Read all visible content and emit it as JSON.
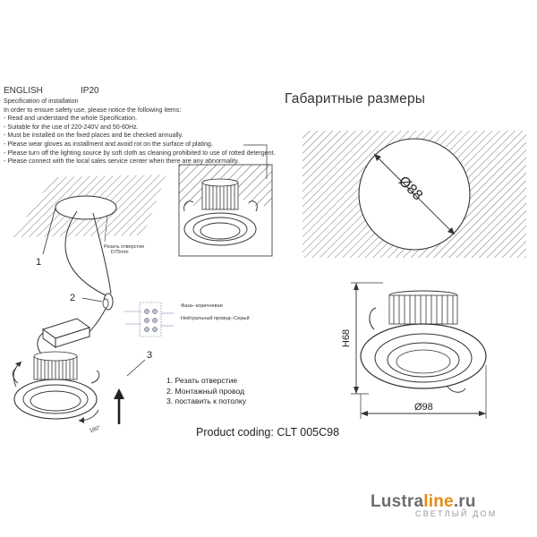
{
  "header": {
    "language": "ENGLISH",
    "ip_rating": "IP20"
  },
  "specification": {
    "title": "Specification of installation",
    "intro": "In order to ensure safety use, please notice the following items:",
    "items": [
      "- Read and understand the whole Specification.",
      "- Suitable for the use of 220-240V and 50-60Hz.",
      "- Must be installed on the fixed places and be checked annually.",
      "- Please wear gloves as installment and avoid rot on the surface of plating.",
      "- Please turn off the lighting source by soft cloth as cleaning prohibited to use of rotted detergent.",
      "- Please connect with the local sales service center when there are any abnormality."
    ]
  },
  "dimensions": {
    "title": "Габаритные размеры",
    "cutout_diameter": "Ø88",
    "height": "H68",
    "outer_diameter": "Ø98"
  },
  "install_diagram": {
    "hole_label_line1": "Резать отверстие",
    "hole_label_line2": "D75mm",
    "callout_1": "1",
    "callout_2": "2",
    "callout_3": "3",
    "phase_label": "Фаза--коричневая",
    "neutral_label": "Нейтральный провод--Серый",
    "rotation_label": "180°"
  },
  "steps": [
    "1.  Резать отверстие",
    "2.  Монтажный провод",
    "3.  поставить к потолку"
  ],
  "product_coding": "Product coding: CLT 005C98",
  "watermark": {
    "brand_part1": "Lustra",
    "brand_part2": "line",
    "brand_part3": ".ru",
    "tagline": "СВЕТЛЫЙ ДОМ"
  }
}
